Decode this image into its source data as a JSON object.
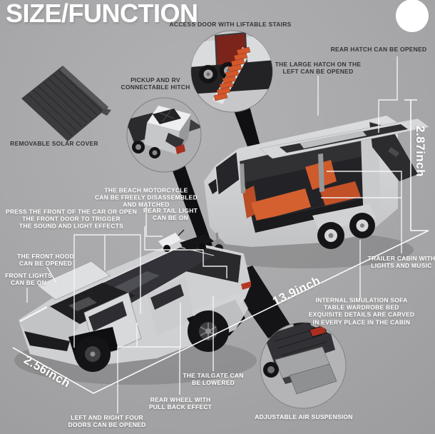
{
  "title": "SIZE/FUNCTION",
  "callouts": {
    "access_door": "ACCESS DOOR WITH LIFTABLE STAIRS",
    "pickup_hitch": "PICKUP AND RV\nCONNECTABLE HITCH",
    "rear_hatch": "REAR HATCH CAN BE OPENED",
    "large_hatch": "THE LARGE HATCH ON THE\nLEFT CAN BE OPENED",
    "solar_cover": "REMOVABLE SOLAR COVER",
    "beach_motorcycle": "THE BEACH MOTORCYCLE\nCAN BE FREELY DISASSEMBLED\nAND MATCHED",
    "press_front": "PRESS THE FRONT OF THE CAR OR OPEN\nTHE FRONT DOOR TO TRIGGER\nTHE SOUND AND LIGHT EFFECTS",
    "rear_tail_light": "REAR TAIL LIGHT\nCAN BE ON",
    "front_hood": "THE FRONT HOOD\nCAN BE OPENED",
    "front_lights": "FRONT LIGHTS\nCAN BE ON",
    "trailer_cabin": "TRAILER CABIN WITH\nLIGHTS AND MUSIC",
    "internal_sofa": "INTERNAL SIMULATION SOFA\nTABLE WARDROBE BED\nEXQUISITE DETAILS ARE CARVED\nIN EVERY PLACE IN THE CABIN",
    "tailgate": "THE TAILGATE CAN\nBE LOWERED",
    "rear_wheel": "REAR WHEEL WITH\nPULL BACK EFFECT",
    "doors": "LEFT AND RIGHT FOUR\nDOORS CAN BE OPENED",
    "air_suspension": "ADJUSTABLE AIR SUSPENSION"
  },
  "dimensions": {
    "height": "2.87inch",
    "length": "13.9inch",
    "width": "2.56inch"
  },
  "colors": {
    "background": "#a7a7a9",
    "label_dark": "#353537",
    "label_light": "#ffffff",
    "accent_orange": "#d4602f",
    "body_silver": "#d2d3d5",
    "shadow_black": "#141416",
    "line_white": "#f6f6f6"
  }
}
